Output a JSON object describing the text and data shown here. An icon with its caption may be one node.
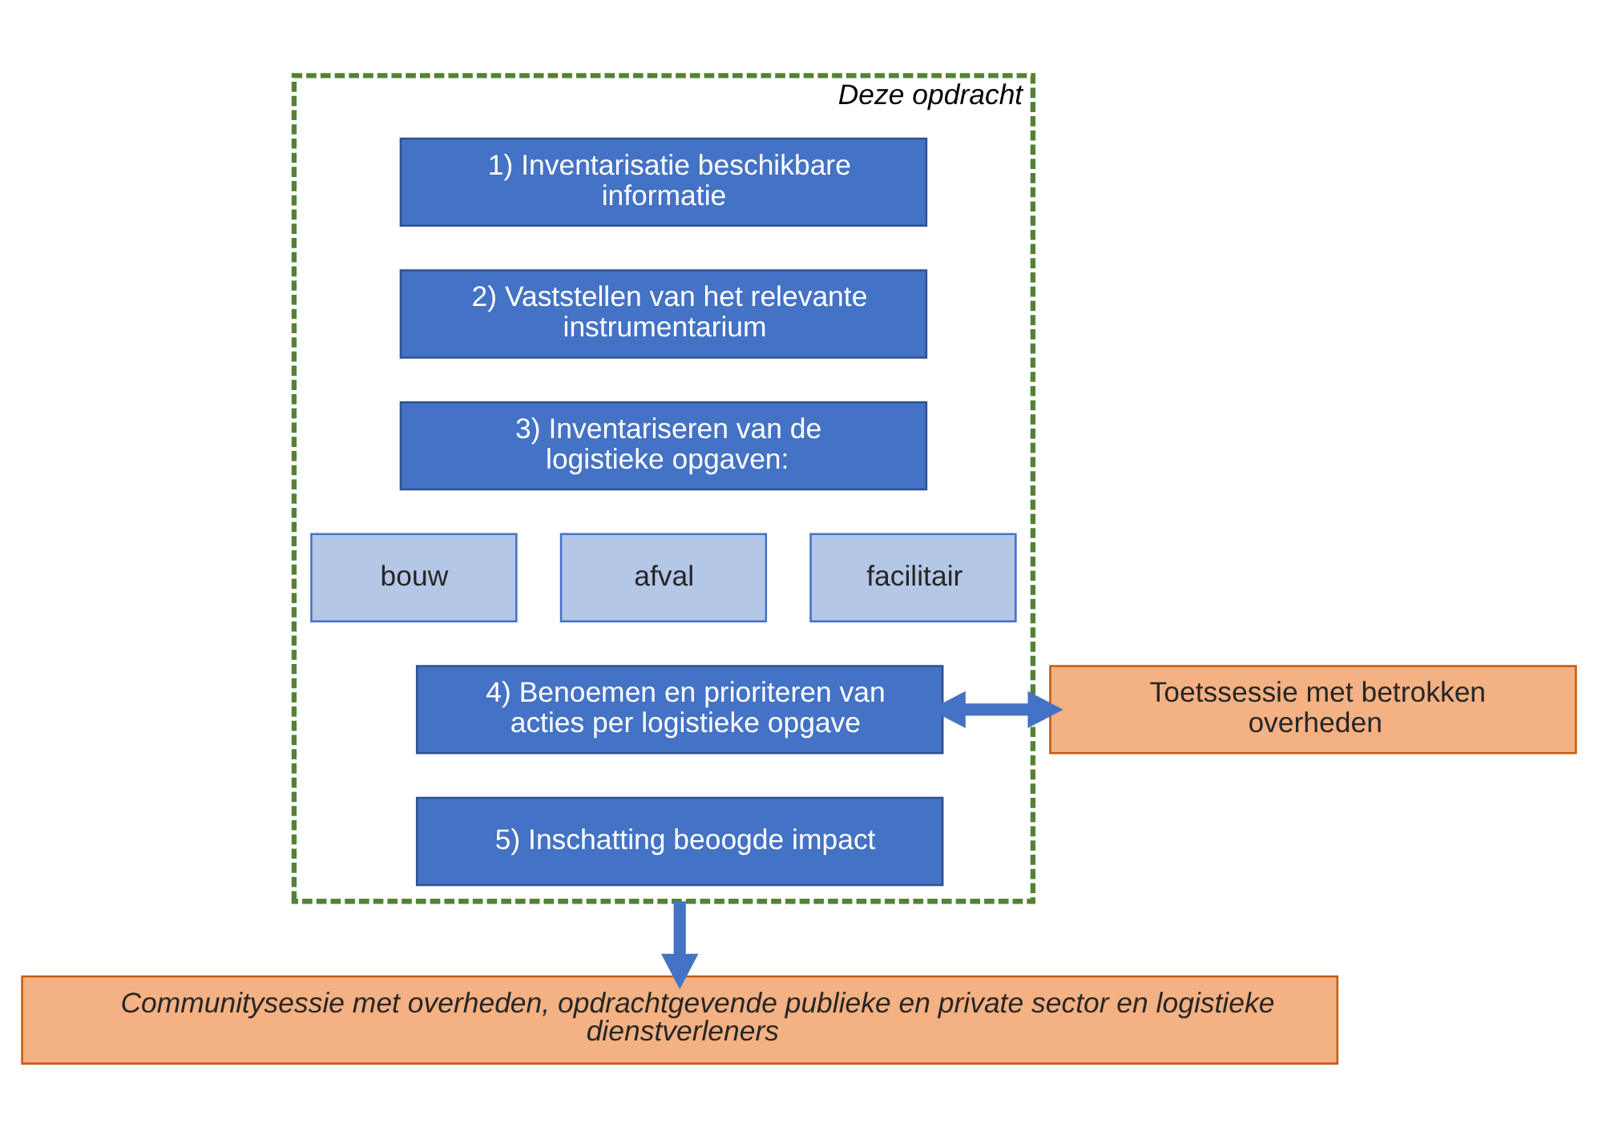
{
  "diagram": {
    "nodes": [
      {
        "text": [
          "Deze opdracht"
        ]
      },
      {
        "text": [
          "1) Inventarisatie beschikbare informatie"
        ],
        "in": 0
      },
      {
        "text": [
          "2) Vaststellen van het relevante instrumentarium"
        ],
        "in": 0
      },
      {
        "text": [
          "3) Inventariseren van de logistieke opgaven:"
        ],
        "in": 0
      },
      {
        "text": [
          "bouw"
        ],
        "in": 0
      },
      {
        "text": [
          "afval"
        ],
        "in": 0
      },
      {
        "text": [
          "facilitair"
        ],
        "in": 0
      },
      {
        "text": [
          "4) Benoemen en prioriteren van acties per logistieke opgave"
        ],
        "in": 0
      },
      {
        "text": [
          "Toetssessie met betrokken overheden"
        ]
      },
      {
        "text": [
          "5) Inschatting beoogde impact"
        ],
        "in": 0
      },
      {
        "text": [
          "Communitysessie met overheden, opdrachtgevende publieke en private sector en logistieke dienstverleners"
        ]
      }
    ],
    "edges": [
      {
        "from": 7,
        "to": 8,
        "arrow": "both"
      },
      {
        "from": 0,
        "to": 10,
        "arrow": "to"
      }
    ]
  }
}
